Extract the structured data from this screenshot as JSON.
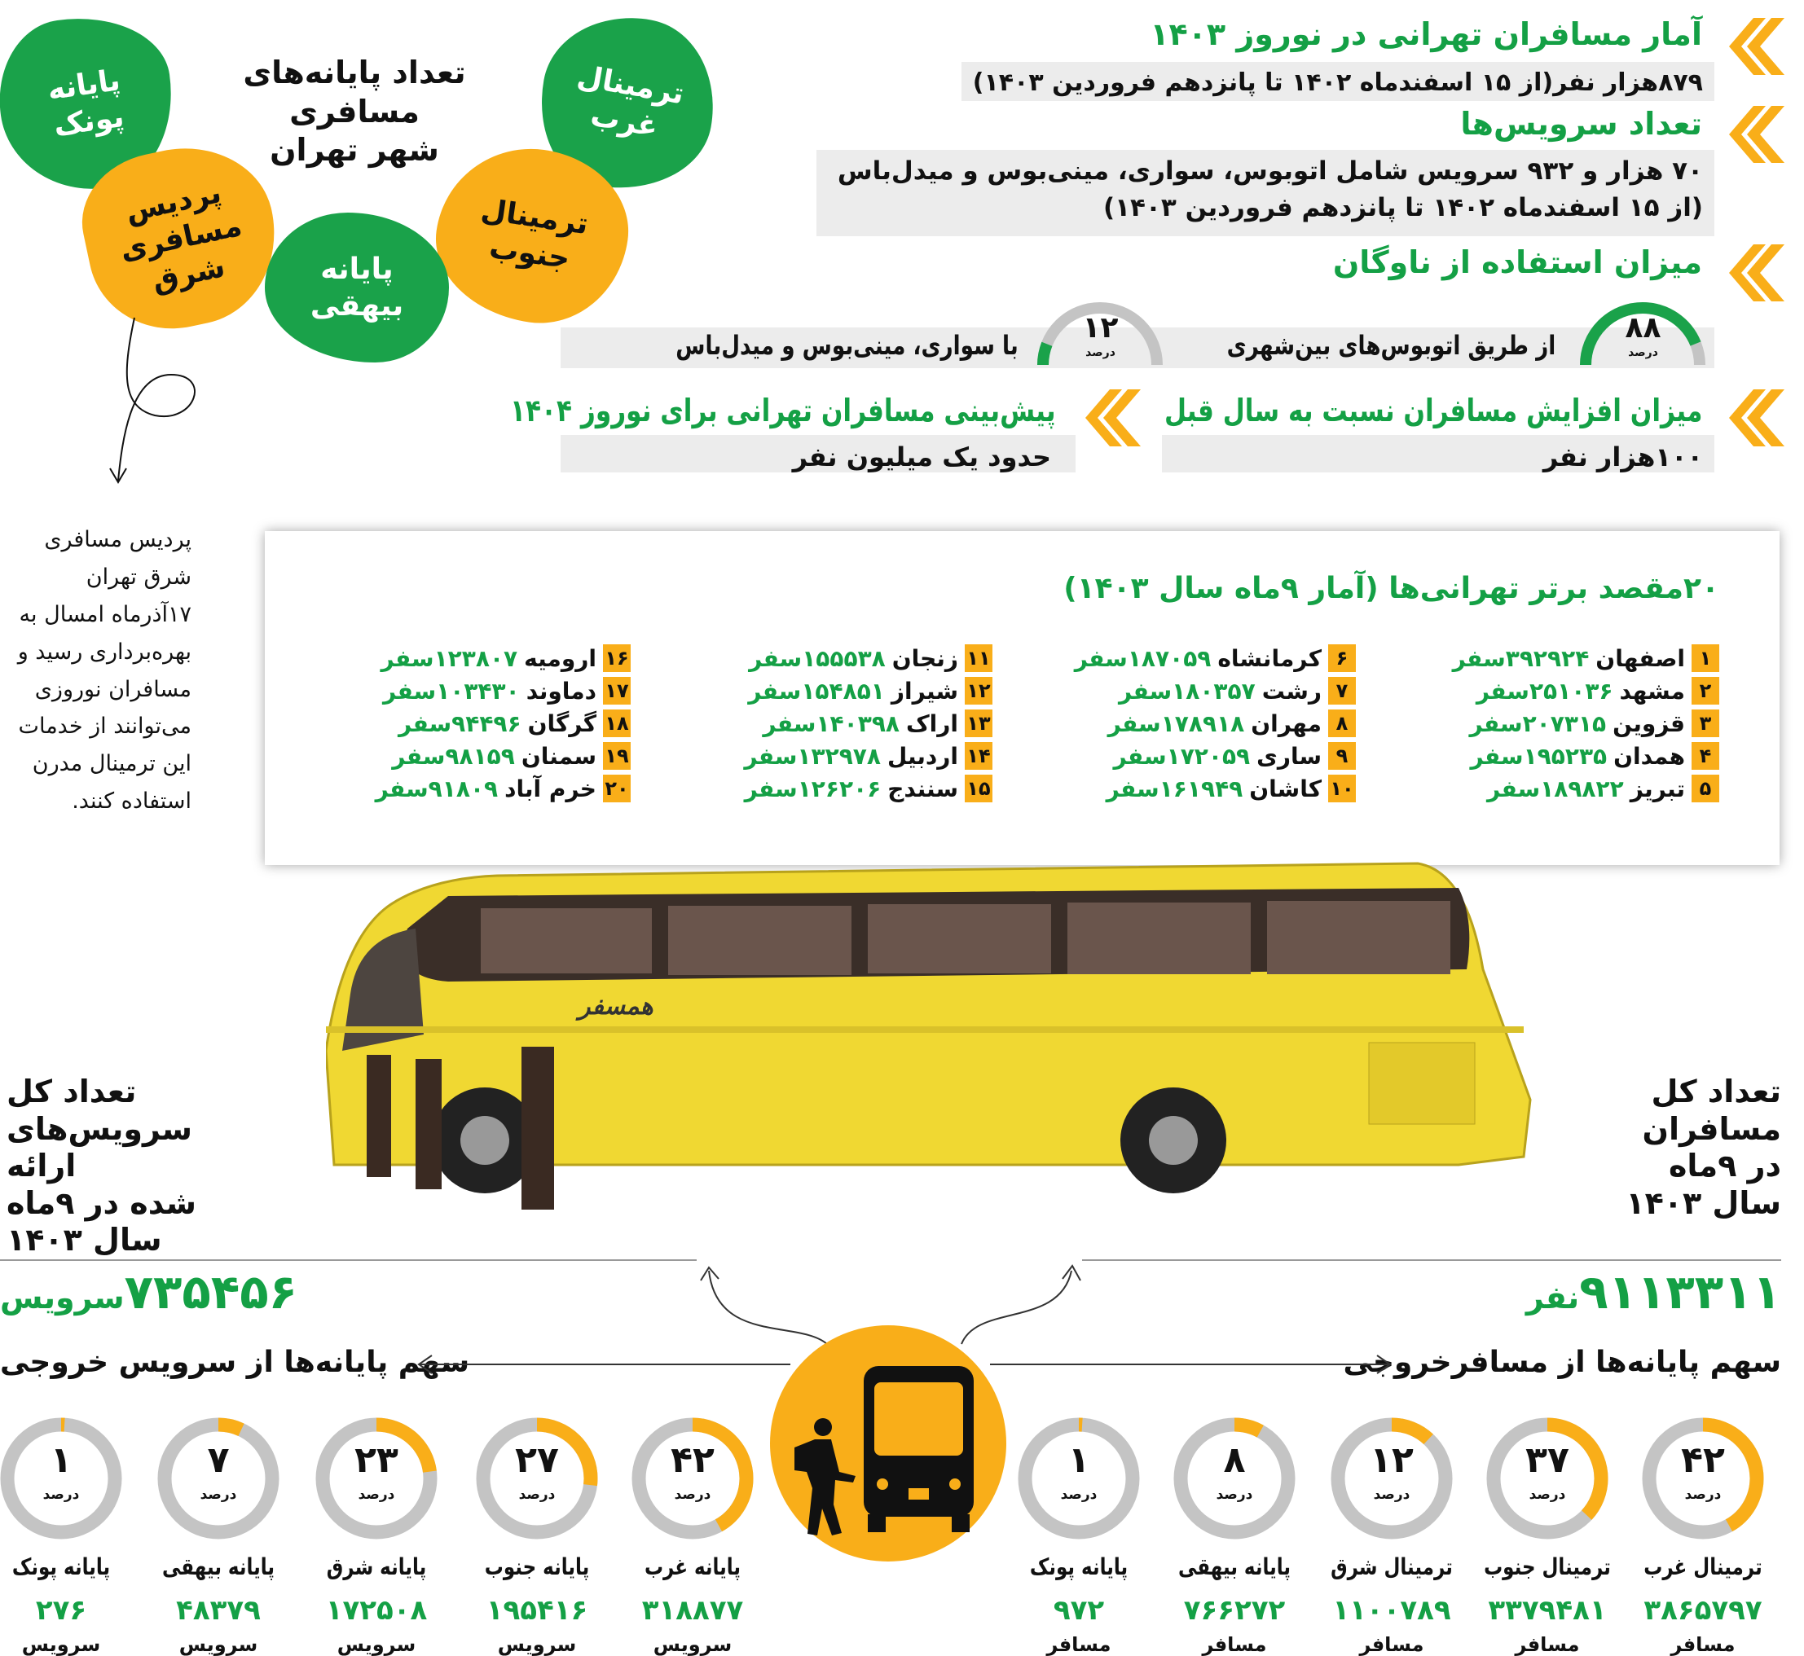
{
  "terminals": {
    "title": "تعداد پایانه‌های مسافری\nشهر تهران",
    "punak": "پایانه\nپونک",
    "gharb": "ترمینال\nغرب",
    "shargh": "پردیس\nمسافری\nشرق",
    "jonub": "ترمینال\nجنوب",
    "beyhaghi": "پایانه\nبیهقی"
  },
  "note": "پردیس مسافری شرق تهران ۱۷آذرماه امسال به بهره‌برداری رسید و مسافران نوروزی می‌توانند از خدمات این ترمینال مدرن استفاده کنند.",
  "stats": {
    "s1_title": "آمار مسافران تهرانی در نوروز ۱۴۰۳",
    "s1_text": "۸۷۹هزار نفر(از ۱۵ اسفندماه ۱۴۰۲ تا پانزدهم فروردین ۱۴۰۳)",
    "s2_title": "تعداد سرویس‌ها",
    "s2_text": "۷۰ هزار و ۹۳۲ سرویس شامل اتوبوس، سواری، مینی‌بوس و میدل‌باس\n(از ۱۵ اسفندماه ۱۴۰۲ تا پانزدهم فروردین ۱۴۰۳)",
    "s3_title": "میزان استفاده از ناوگان",
    "gauge1": {
      "value": 88,
      "label": "۸۸",
      "unit": "درصد",
      "text": "از طریق اتوبوس‌های بین‌شهری"
    },
    "gauge2": {
      "value": 12,
      "label": "۱۲",
      "unit": "درصد",
      "text": "با سواری، مینی‌بوس و میدل‌باس"
    },
    "s4_title": "میزان افزایش مسافران نسبت به سال قبل",
    "s4_text": "۱۰۰هزار نفر",
    "s5_title": "پیش‌بینی مسافران تهرانی برای نوروز ۱۴۰۴",
    "s5_text": "حدود یک میلیون نفر"
  },
  "top20": {
    "title": "۲۰مقصد برتر تهرانی‌ها (آمار ۹ماه سال ۱۴۰۳)",
    "unit": "سفر",
    "items": [
      {
        "rank": "۱",
        "city": "اصفهان",
        "value": "۳۹۲۹۲۴"
      },
      {
        "rank": "۲",
        "city": "مشهد",
        "value": "۲۵۱۰۳۶"
      },
      {
        "rank": "۳",
        "city": "قزوین",
        "value": "۲۰۷۳۱۵"
      },
      {
        "rank": "۴",
        "city": "همدان",
        "value": "۱۹۵۲۳۵"
      },
      {
        "rank": "۵",
        "city": "تبریز",
        "value": "۱۸۹۸۲۲"
      },
      {
        "rank": "۶",
        "city": "کرمانشاه",
        "value": "۱۸۷۰۵۹"
      },
      {
        "rank": "۷",
        "city": "رشت",
        "value": "۱۸۰۳۵۷"
      },
      {
        "rank": "۸",
        "city": "مهران",
        "value": "۱۷۸۹۱۸"
      },
      {
        "rank": "۹",
        "city": "ساری",
        "value": "۱۷۲۰۵۹"
      },
      {
        "rank": "۱۰",
        "city": "کاشان",
        "value": "۱۶۱۹۴۹"
      },
      {
        "rank": "۱۱",
        "city": "زنجان",
        "value": "۱۵۵۵۳۸"
      },
      {
        "rank": "۱۲",
        "city": "شیراز",
        "value": "۱۵۴۸۵۱"
      },
      {
        "rank": "۱۳",
        "city": "اراک",
        "value": "۱۴۰۳۹۸"
      },
      {
        "rank": "۱۴",
        "city": "اردبیل",
        "value": "۱۳۲۹۷۸"
      },
      {
        "rank": "۱۵",
        "city": "سنندج",
        "value": "۱۲۶۲۰۶"
      },
      {
        "rank": "۱۶",
        "city": "ارومیه",
        "value": "۱۲۳۸۰۷"
      },
      {
        "rank": "۱۷",
        "city": "دماوند",
        "value": "۱۰۳۴۳۰"
      },
      {
        "rank": "۱۸",
        "city": "گرگان",
        "value": "۹۴۴۹۶"
      },
      {
        "rank": "۱۹",
        "city": "سمنان",
        "value": "۹۸۱۵۹"
      },
      {
        "rank": "۲۰",
        "city": "خرم آباد",
        "value": "۹۱۸۰۹"
      }
    ]
  },
  "bus_logo": "همسفر",
  "services": {
    "heading": "تعداد کل\nسرویس‌های ارائه\nشده در ۹ماه\nسال ۱۴۰۳",
    "total": "۷۳۵۴۵۶",
    "total_unit": "سرویس",
    "share_title": "سهم پایانه‌ها از سرویس خروجی",
    "items": [
      {
        "name": "پایانه غرب",
        "pct": 42,
        "pct_label": "۴۲",
        "value": "۳۱۸۸۷۷",
        "unit": "سرویس"
      },
      {
        "name": "پایانه جنوب",
        "pct": 27,
        "pct_label": "۲۷",
        "value": "۱۹۵۴۱۶",
        "unit": "سرویس"
      },
      {
        "name": "پایانه شرق",
        "pct": 23,
        "pct_label": "۲۳",
        "value": "۱۷۲۵۰۸",
        "unit": "سرویس"
      },
      {
        "name": "پایانه بیهقی",
        "pct": 7,
        "pct_label": "۷",
        "value": "۴۸۳۷۹",
        "unit": "سرویس"
      },
      {
        "name": "پایانه پونک",
        "pct": 1,
        "pct_label": "۱",
        "value": "۲۷۶",
        "unit": "سرویس"
      }
    ]
  },
  "passengers": {
    "heading": "تعداد کل\nمسافران\nدر ۹ماه\nسال ۱۴۰۳",
    "total": "۹۱۱۳۳۱۱",
    "total_unit": "نفر",
    "share_title": "سهم پایانه‌ها از مسافرخروجی",
    "items": [
      {
        "name": "ترمینال غرب",
        "pct": 42,
        "pct_label": "۴۲",
        "value": "۳۸۶۵۷۹۷",
        "unit": "مسافر"
      },
      {
        "name": "ترمینال جنوب",
        "pct": 37,
        "pct_label": "۳۷",
        "value": "۳۳۷۹۴۸۱",
        "unit": "مسافر"
      },
      {
        "name": "ترمینال شرق",
        "pct": 12,
        "pct_label": "۱۲",
        "value": "۱۱۰۰۷۸۹",
        "unit": "مسافر"
      },
      {
        "name": "پایانه بیهقی",
        "pct": 8,
        "pct_label": "۸",
        "value": "۷۶۶۲۷۲",
        "unit": "مسافر"
      },
      {
        "name": "پایانه پونک",
        "pct": 1,
        "pct_label": "۱",
        "value": "۹۷۲",
        "unit": "مسافر"
      }
    ]
  },
  "pct_unit": "درصد",
  "colors": {
    "green": "#1aa24a",
    "orange": "#f9ae19",
    "gray": "#c4c4c4",
    "box": "#ececec"
  }
}
